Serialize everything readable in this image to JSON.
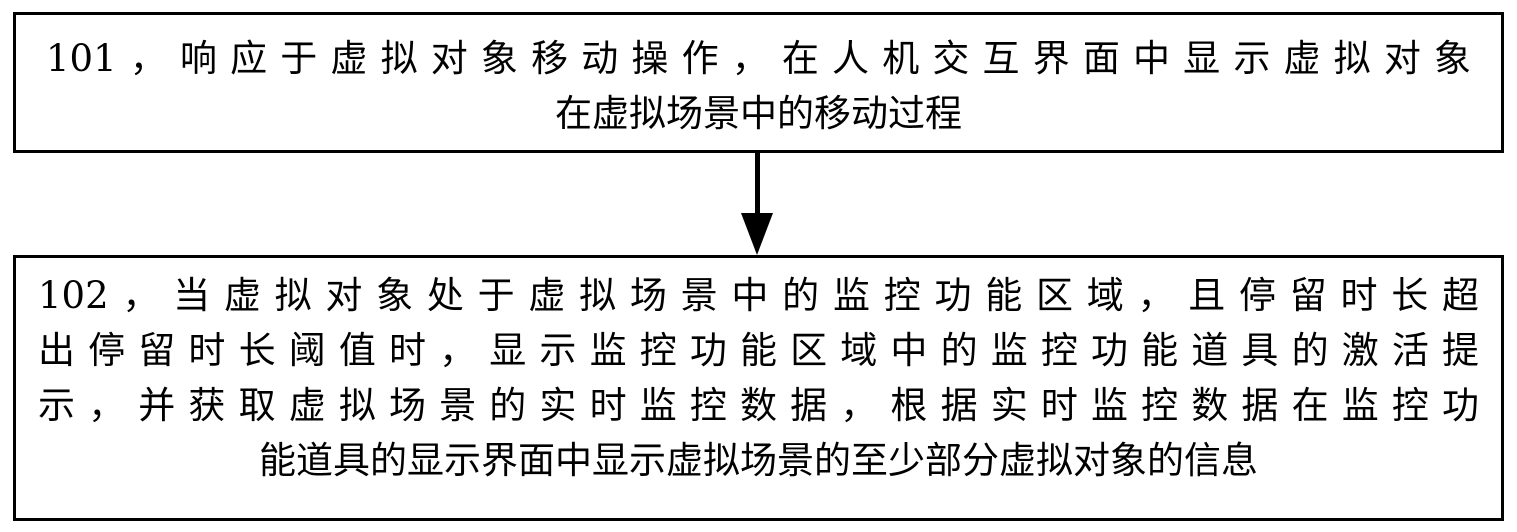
{
  "diagram": {
    "type": "flowchart",
    "title": "",
    "orientation": "vertical",
    "stroke_color": "#000000",
    "background_color": "#ffffff",
    "nodes": [
      {
        "id": "step-101",
        "step_number": "101",
        "shape": "rectangle",
        "full_text": "101，响应于虚拟对象移动操作，在人机交互界面中显示虚拟对象在虚拟场景中的移动过程",
        "lines": [
          "101，响应于虚拟对象移动操作，在人机交互界面中显示虚拟对象",
          "在虚拟场景中的移动过程"
        ]
      },
      {
        "id": "step-102",
        "step_number": "102",
        "shape": "rectangle",
        "full_text": "102，当虚拟对象处于虚拟场景中的监控功能区域，且停留时长超出停留时长阈值时，显示监控功能区域中的监控功能道具的激活提示，并获取虚拟场景的实时监控数据，根据实时监控数据在监控功能道具的显示界面中显示虚拟场景的至少部分虚拟对象的信息",
        "lines": [
          "102，当虚拟对象处于虚拟场景中的监控功能区域，且停留时长超",
          "出停留时长阈值时，显示监控功能区域中的监控功能道具的激活提",
          "示，并获取虚拟场景的实时监控数据，根据实时监控数据在监控功",
          "能道具的显示界面中显示虚拟场景的至少部分虚拟对象的信息"
        ]
      }
    ],
    "edges": [
      {
        "id": "edge-101-102",
        "from": "step-101",
        "to": "step-102",
        "label": "",
        "arrowhead": "solid-triangle",
        "direction": "down"
      }
    ]
  }
}
